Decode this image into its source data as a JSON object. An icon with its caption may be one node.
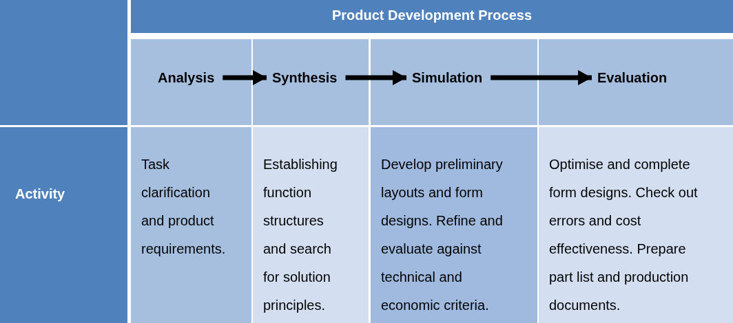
{
  "diagram": {
    "nodes": [
      {
        "text": [],
        "shape": "box"
      },
      {
        "text": [
          "Product Development Process"
        ]
      },
      {
        "text": [
          "Analysis"
        ]
      },
      {
        "text": [
          "Synthesis"
        ]
      },
      {
        "text": [
          "Simulation"
        ]
      },
      {
        "text": [
          "Evaluation"
        ]
      },
      {
        "text": [
          "Activity"
        ]
      },
      {
        "text": [
          "Task clarification and product requirements."
        ]
      },
      {
        "text": [
          "Establishing function structures and search for solution principles."
        ]
      },
      {
        "text": [
          "Develop preliminary layouts and form designs. Refine and evaluate against technical and economic criteria."
        ]
      },
      {
        "text": [
          "Optimise and complete form designs. Check out errors and cost effectiveness. Prepare part list and production documents."
        ]
      }
    ],
    "edges": [
      {
        "from": 2,
        "to": 3,
        "arrow": "to"
      },
      {
        "from": 3,
        "to": 4,
        "arrow": "to"
      },
      {
        "from": 4,
        "to": 5,
        "arrow": "to"
      }
    ]
  }
}
